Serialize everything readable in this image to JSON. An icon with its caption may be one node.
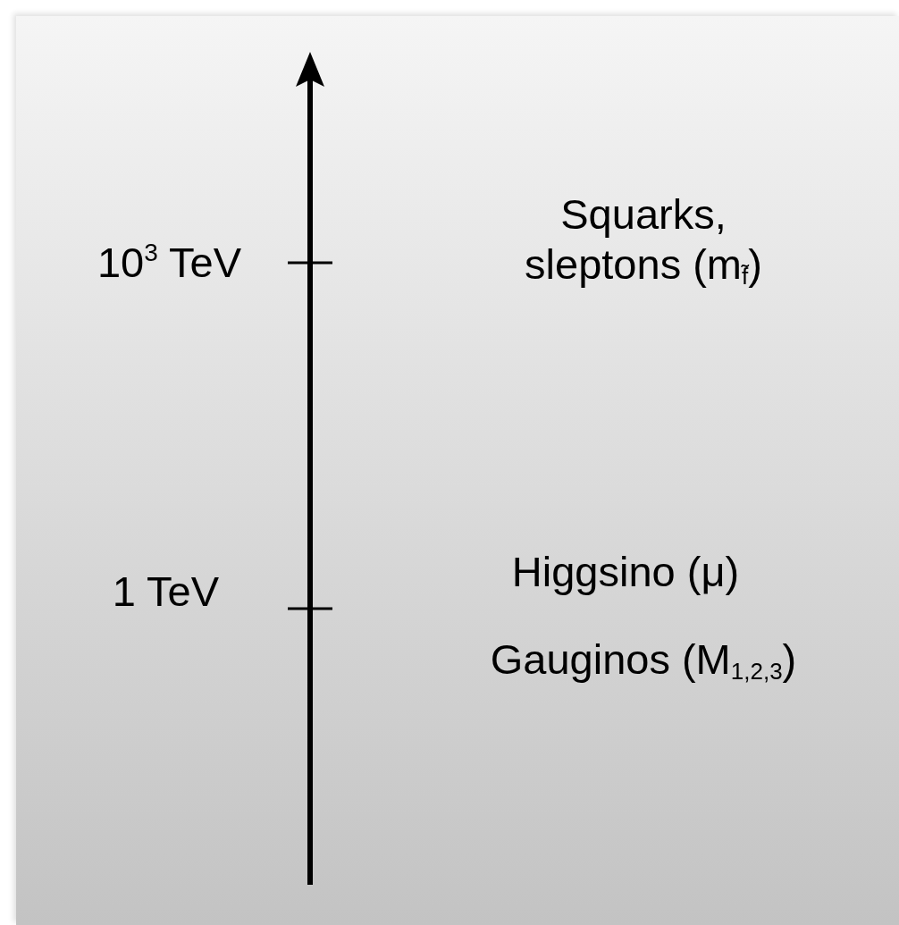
{
  "diagram": {
    "labels": [
      "10$^{3}$ TeV",
      "Squarks, sleptons (m$_{f̃}$)",
      "1 TeV",
      "Higgsino (μ)",
      "Gauginos (M$_{1,2,3}$)"
    ]
  }
}
